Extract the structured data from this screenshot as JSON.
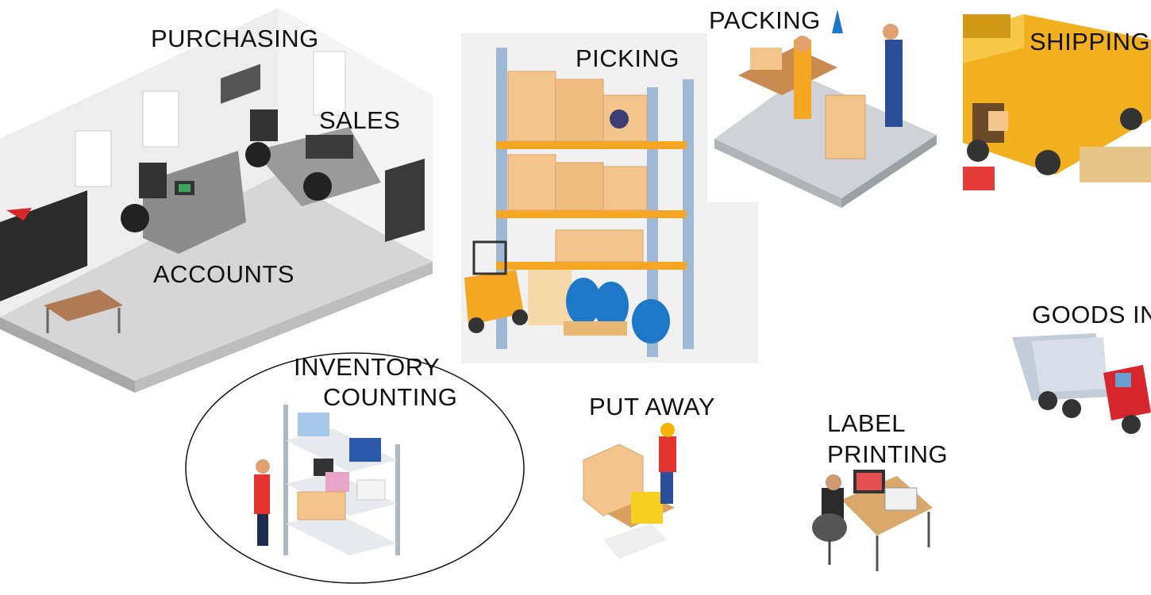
{
  "labels": {
    "purchasing": "PURCHASING",
    "sales": "SALES",
    "accounts": "ACCOUNTS",
    "picking": "PICKING",
    "packing": "PACKING",
    "shipping": "SHIPPING",
    "goods_in": "GOODS IN",
    "inventory_line1": "INVENTORY",
    "inventory_line2": "COUNTING",
    "put_away": "PUT AWAY",
    "label_line1": "LABEL",
    "label_line2": "PRINTING"
  },
  "colors": {
    "van": "#f2b01e",
    "truck_cab": "#d8262e",
    "box": "#f3c58c",
    "rack": "#9fb8d6",
    "forklift": "#f5a623",
    "barrel": "#1e78c8",
    "floor": "#d9d9d9"
  }
}
